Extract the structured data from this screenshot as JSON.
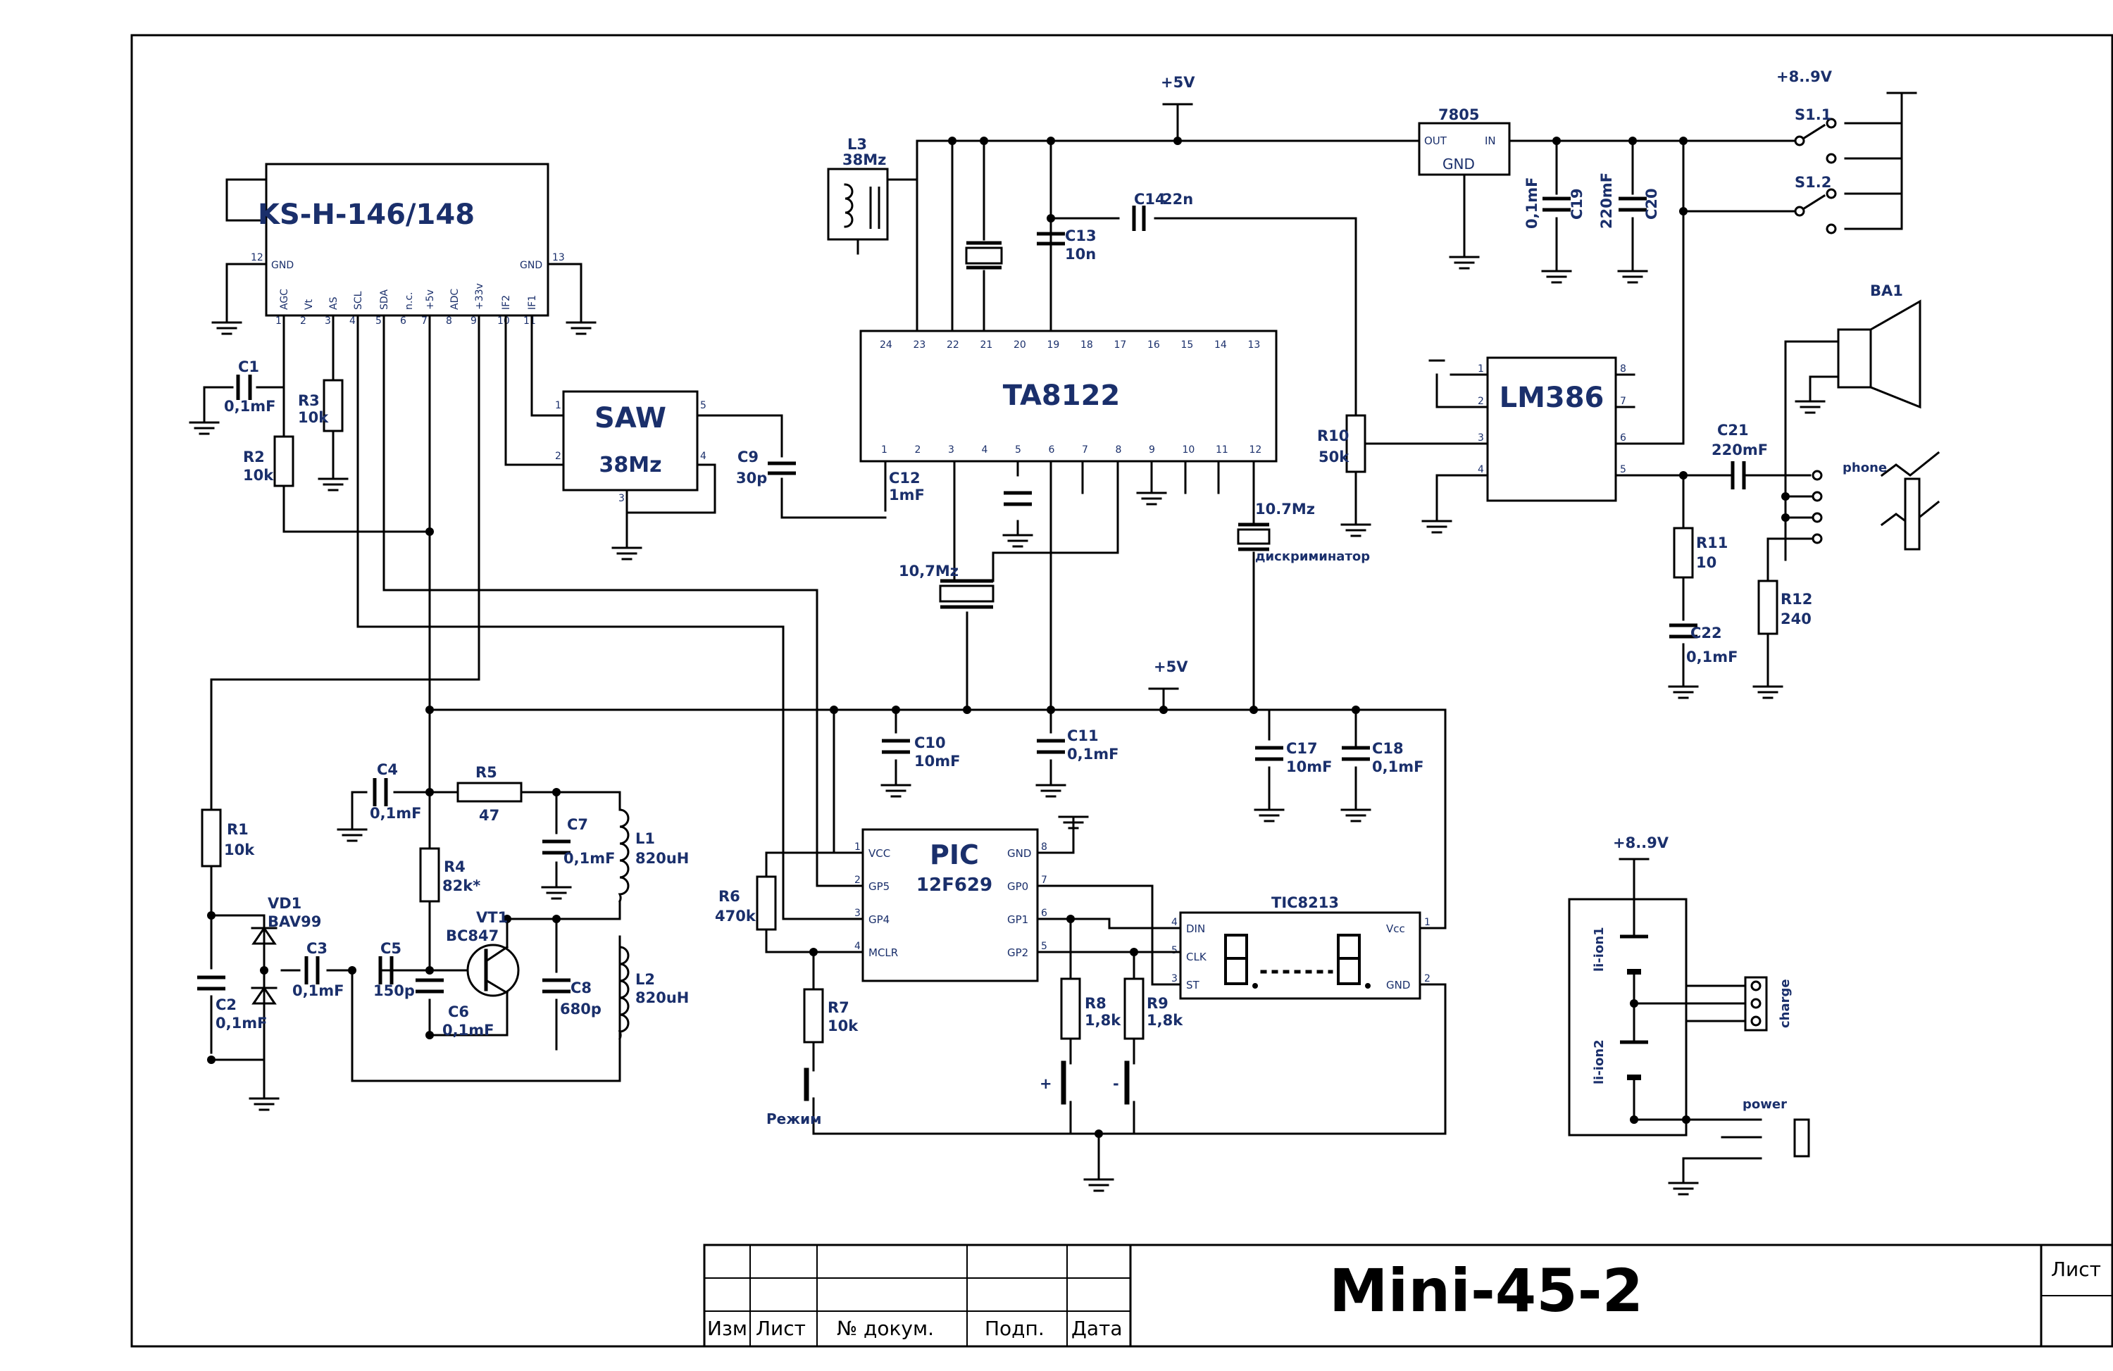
{
  "colors": {
    "label": "#1a2f6b",
    "wire": "#000000",
    "background": "#ffffff"
  },
  "title_block": {
    "title": "Mini-45-2",
    "sheet": "Лист",
    "columns": [
      "Изм",
      "Лист",
      "№ докум.",
      "Подп.",
      "Дата"
    ]
  },
  "supplies": {
    "vcc5": "+5V",
    "vbat": "+8..9V"
  },
  "ics": {
    "tuner": {
      "name": "KS-H-146/148",
      "pins": [
        "AGC",
        "Vt",
        "AS",
        "SCL",
        "SDA",
        "n.c.",
        "+5v",
        "ADC",
        "+33v",
        "IF2",
        "IF1"
      ],
      "pin_numbers": [
        "1",
        "2",
        "3",
        "4",
        "5",
        "6",
        "7",
        "8",
        "9",
        "10",
        "11"
      ],
      "gnd_left": "GND",
      "gnd_left_num": "12",
      "gnd_right": "GND",
      "gnd_right_num": "13"
    },
    "saw": {
      "name": "SAW",
      "sub": "38Mz",
      "pins": [
        "1",
        "2",
        "3",
        "4",
        "5"
      ]
    },
    "ta8122": {
      "name": "TA8122",
      "top_pins": [
        "24",
        "23",
        "22",
        "21",
        "20",
        "19",
        "18",
        "17",
        "16",
        "15",
        "14",
        "13"
      ],
      "bottom_pins": [
        "1",
        "2",
        "3",
        "4",
        "5",
        "6",
        "7",
        "8",
        "9",
        "10",
        "11",
        "12"
      ]
    },
    "reg7805": {
      "name": "7805",
      "out": "OUT",
      "in": "IN",
      "gnd": "GND"
    },
    "lm386": {
      "name": "LM386",
      "left_pins": [
        "1",
        "2",
        "3",
        "4"
      ],
      "right_pins": [
        "8",
        "7",
        "6",
        "5"
      ]
    },
    "pic": {
      "name": "PIC",
      "sub": "12F629",
      "left": [
        "VCC",
        "GP5",
        "GP4",
        "MCLR"
      ],
      "left_nums": [
        "1",
        "2",
        "3",
        "4"
      ],
      "right": [
        "GND",
        "GP0",
        "GP1",
        "GP2"
      ],
      "right_nums": [
        "8",
        "7",
        "6",
        "5"
      ]
    },
    "display": {
      "name": "TIC8213",
      "left": [
        "DIN",
        "CLK",
        "ST"
      ],
      "left_nums": [
        "4",
        "5",
        "3"
      ],
      "right": [
        "Vcc",
        "GND"
      ],
      "right_nums": [
        "1",
        "2"
      ]
    }
  },
  "components": {
    "C1": [
      "C1",
      "0,1mF"
    ],
    "R3": [
      "R3",
      "10k"
    ],
    "R2": [
      "R2",
      "10k"
    ],
    "C9": [
      "C9",
      "30p"
    ],
    "L3": [
      "L3",
      "38Mz"
    ],
    "C13": [
      "C13",
      "10n"
    ],
    "C14": [
      "C14",
      "22n"
    ],
    "C12": [
      "C12",
      "1mF"
    ],
    "X1": [
      "10,7Mz"
    ],
    "X2": [
      "10.7Mz",
      "дискриминатор"
    ],
    "R10": [
      "R10",
      "50k"
    ],
    "C19": [
      "0,1mF",
      "C19"
    ],
    "C20": [
      "220mF",
      "C20"
    ],
    "S11": [
      "S1.1"
    ],
    "S12": [
      "S1.2"
    ],
    "BA1": [
      "BA1"
    ],
    "C21": [
      "C21",
      "220mF"
    ],
    "R11": [
      "R11",
      "10"
    ],
    "C22": [
      "C22",
      "0,1mF"
    ],
    "R12": [
      "R12",
      "240"
    ],
    "phone": [
      "phone"
    ],
    "C10": [
      "C10",
      "10mF"
    ],
    "C11": [
      "C11",
      "0,1mF"
    ],
    "C17": [
      "C17",
      "10mF"
    ],
    "C18": [
      "C18",
      "0,1mF"
    ],
    "R1": [
      "R1",
      "10k"
    ],
    "C4": [
      "C4",
      "0,1mF"
    ],
    "R5": [
      "R5",
      "47"
    ],
    "C7": [
      "C7",
      "0,1mF"
    ],
    "L1": [
      "L1",
      "820uH"
    ],
    "R4": [
      "R4",
      "82k*"
    ],
    "VT1": [
      "VT1",
      "BC847"
    ],
    "VD1": [
      "VD1",
      "BAV99"
    ],
    "C3": [
      "C3",
      "0,1mF"
    ],
    "C5": [
      "C5",
      "150p"
    ],
    "C6": [
      "C6",
      "0,1mF"
    ],
    "C8": [
      "C8",
      "680p"
    ],
    "L2": [
      "L2",
      "820uH"
    ],
    "C2": [
      "C2",
      "0,1mF"
    ],
    "R6": [
      "R6",
      "470k"
    ],
    "R7": [
      "R7",
      "10k"
    ],
    "R8": [
      "R8",
      "1,8k"
    ],
    "R9": [
      "R9",
      "1,8k"
    ],
    "SB1": [
      "Режим"
    ],
    "SB2": [
      "+"
    ],
    "SB3": [
      "-"
    ],
    "bat1": [
      "li-ion1"
    ],
    "bat2": [
      "li-ion2"
    ],
    "charge": [
      "charge"
    ],
    "power": [
      "power"
    ]
  }
}
